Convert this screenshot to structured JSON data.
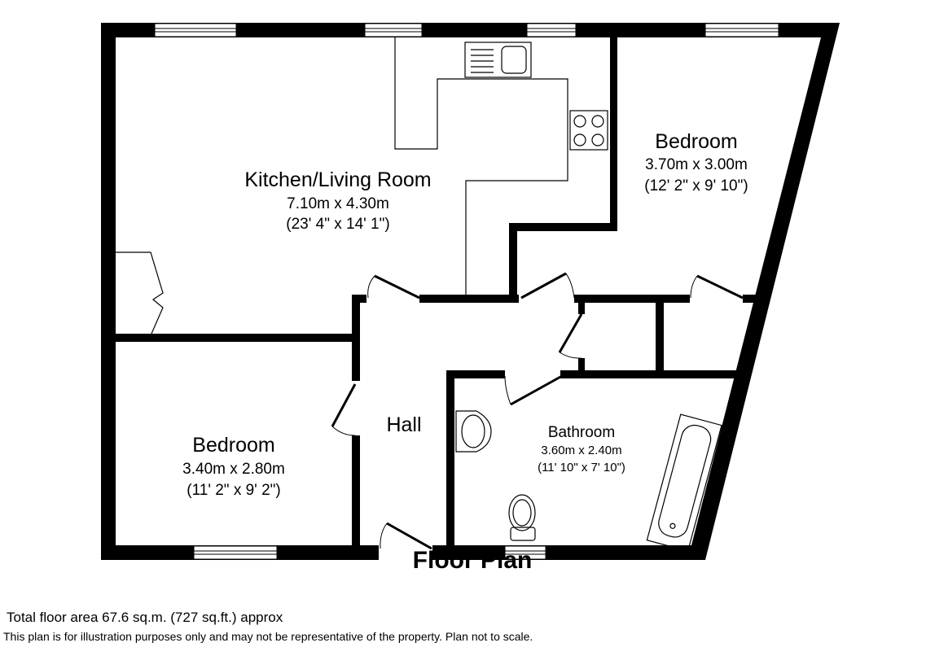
{
  "plan_title": "Floor Plan",
  "rooms": [
    {
      "name": "Kitchen/Living Room",
      "metric": "7.10m x 4.30m",
      "imperial": "(23' 4\" x 14' 1\")"
    },
    {
      "name": "Bedroom",
      "metric": "3.70m x 3.00m",
      "imperial": "(12' 2\" x 9' 10\")"
    },
    {
      "name": "Bedroom",
      "metric": "3.40m x 2.80m",
      "imperial": "(11' 2\" x 9' 2\")"
    },
    {
      "name": "Hall"
    },
    {
      "name": "Bathroom",
      "metric": "3.60m x 2.40m",
      "imperial": "(11' 10\" x 7' 10\")"
    }
  ],
  "footer": {
    "total_area": "Total floor area 67.6 sq.m. (727 sq.ft.) approx",
    "disclaimer": "This plan is for illustration purposes only and may not be representative of the property. Plan not to scale."
  },
  "colors": {
    "wall": "#000000",
    "background": "#ffffff"
  }
}
